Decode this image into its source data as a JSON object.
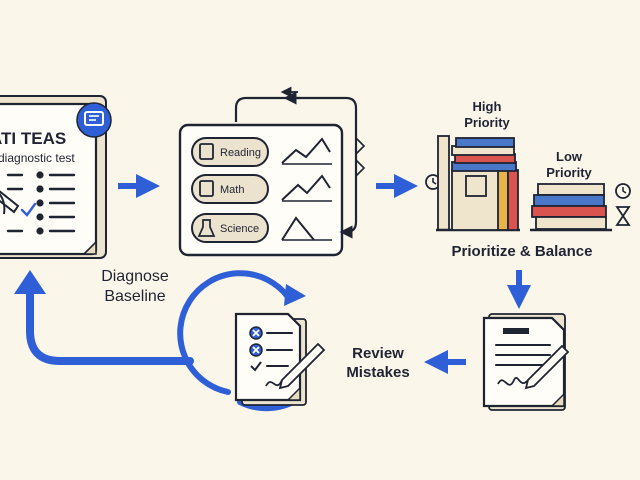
{
  "diagnostic_card": {
    "title": "ATI TEAS",
    "subtitle": "diagnostic test"
  },
  "step_diagnose": {
    "line1": "Diagnose",
    "line2": "Baseline"
  },
  "subjects": [
    {
      "label": "Reading",
      "icon": "book-icon"
    },
    {
      "label": "Math",
      "icon": "calculator-icon"
    },
    {
      "label": "Science",
      "icon": "flask-icon"
    }
  ],
  "priority": {
    "high_line1": "High",
    "high_line2": "Priority",
    "low_line1": "Low",
    "low_line2": "Priority"
  },
  "step_prioritize": {
    "label": "Prioritize & Balance"
  },
  "step_review": {
    "line1": "Review",
    "line2": "Mistakes"
  },
  "colors": {
    "background": "#fbf6ea",
    "ink": "#1f2433",
    "accent_blue": "#2f5fd6",
    "book_red": "#d9534f",
    "book_blue": "#4a78c9",
    "book_beige": "#efe4cc",
    "book_yellow": "#e6b54a",
    "card": "#fffdf7"
  }
}
